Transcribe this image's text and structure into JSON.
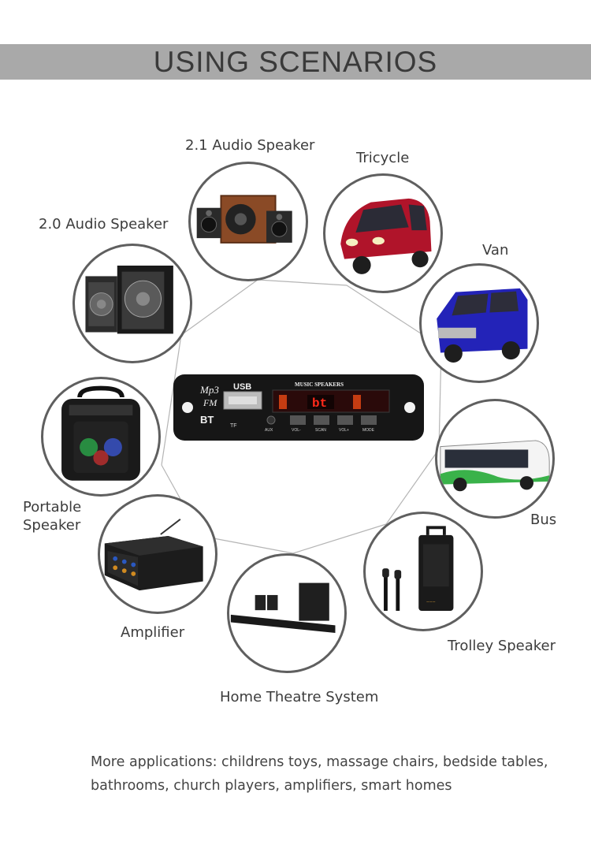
{
  "header": {
    "title": "USING SCENARIOS"
  },
  "scenarios": [
    {
      "id": "audio-21",
      "label": "2.1  Audio Speaker",
      "icon": "speaker-2-1-icon"
    },
    {
      "id": "tricycle",
      "label": "Tricycle",
      "icon": "tricycle-icon"
    },
    {
      "id": "audio-20",
      "label": "2.0 Audio Speaker",
      "icon": "speaker-2-0-icon"
    },
    {
      "id": "van",
      "label": "Van",
      "icon": "van-icon"
    },
    {
      "id": "portable",
      "label_line1": "Portable",
      "label_line2": "Speaker",
      "icon": "portable-speaker-icon"
    },
    {
      "id": "bus",
      "label": "Bus",
      "icon": "bus-icon"
    },
    {
      "id": "amplifier",
      "label": "Amplifier",
      "icon": "amplifier-icon"
    },
    {
      "id": "trolley",
      "label": "Trolley Speaker",
      "icon": "trolley-speaker-icon"
    },
    {
      "id": "home-theatre",
      "label": "Home Theatre System",
      "icon": "home-theatre-icon"
    }
  ],
  "module": {
    "mp3": "Mp3",
    "fm": "FM",
    "usb": "USB",
    "bt": "BT",
    "tf": "TF",
    "aux": "AUX",
    "brand": "MUSIC SPEAKERS",
    "display": "bt",
    "buttons": [
      "VOL-",
      "SCAN",
      "VOL+",
      "MODE"
    ]
  },
  "footer": {
    "line1": "More applications: childrens toys, massage chairs, bedside tables,",
    "line2": "bathrooms, church players, amplifiers, smart homes"
  }
}
